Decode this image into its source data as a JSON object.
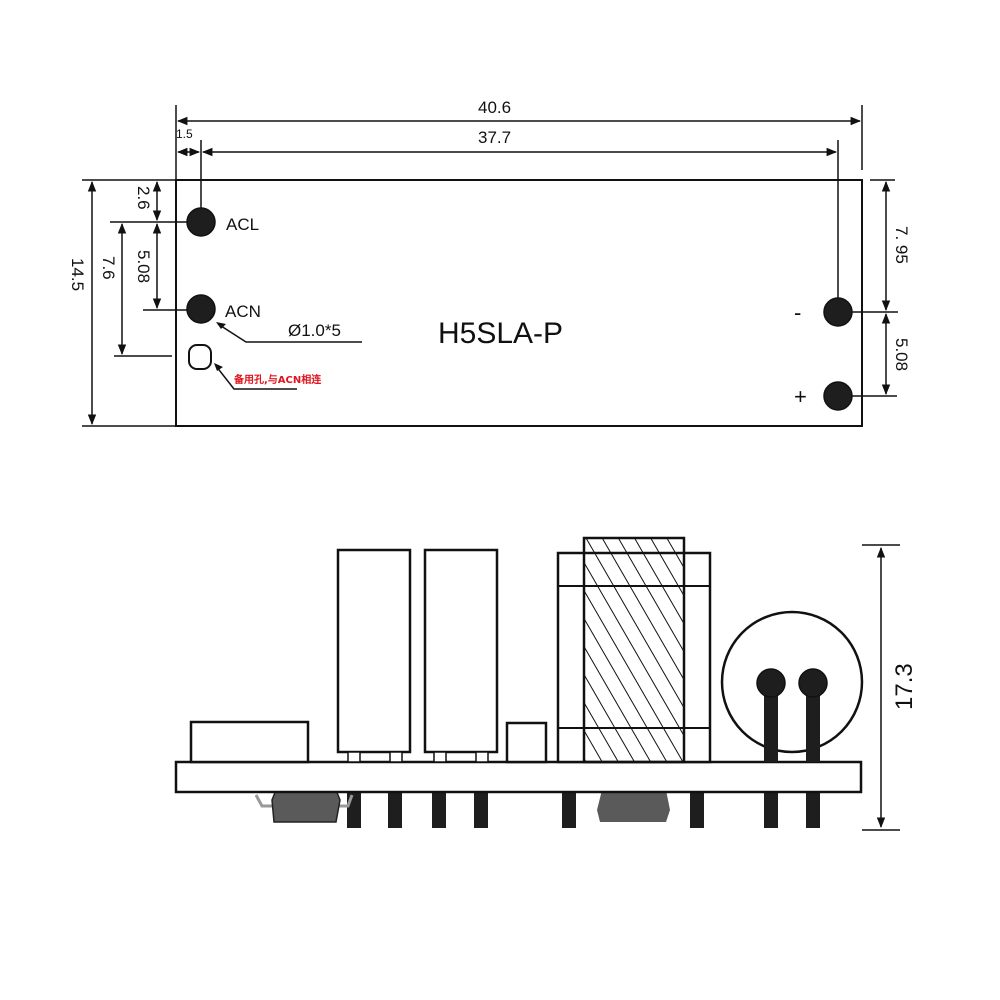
{
  "top_view": {
    "model_label": "H5SLA-P",
    "pins": {
      "acl": "ACL",
      "acn": "ACN",
      "neg": "-",
      "pos": "+"
    },
    "hole_spec": "Ø1.0*5",
    "spare_hole_note": "备用孔,与ACN相连",
    "dimensions": {
      "overall_length": "40.6",
      "pin_span": "37.7",
      "edge_offset": "1.5",
      "overall_height": "14.5",
      "acl_from_top": "2.6",
      "acl_to_acn": "5.08",
      "acl_to_spare": "7.6",
      "neg_from_top": "7. 95",
      "neg_to_pos": "5.08"
    }
  },
  "side_view": {
    "dimensions": {
      "overall_height": "17.3"
    }
  },
  "colors": {
    "line": "#111111",
    "pin_fill": "#1e1e1e",
    "note_red": "#e0141e",
    "smd_gray": "#5a5a5a"
  }
}
